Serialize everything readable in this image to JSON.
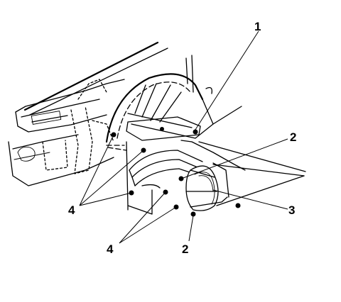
{
  "callouts": {
    "c1": "1",
    "c2_upper": "2",
    "c2_lower": "2",
    "c3": "3",
    "c4_upper": "4",
    "c4_lower": "4"
  },
  "colors": {
    "ink": "#000000",
    "paper": "#ffffff"
  }
}
